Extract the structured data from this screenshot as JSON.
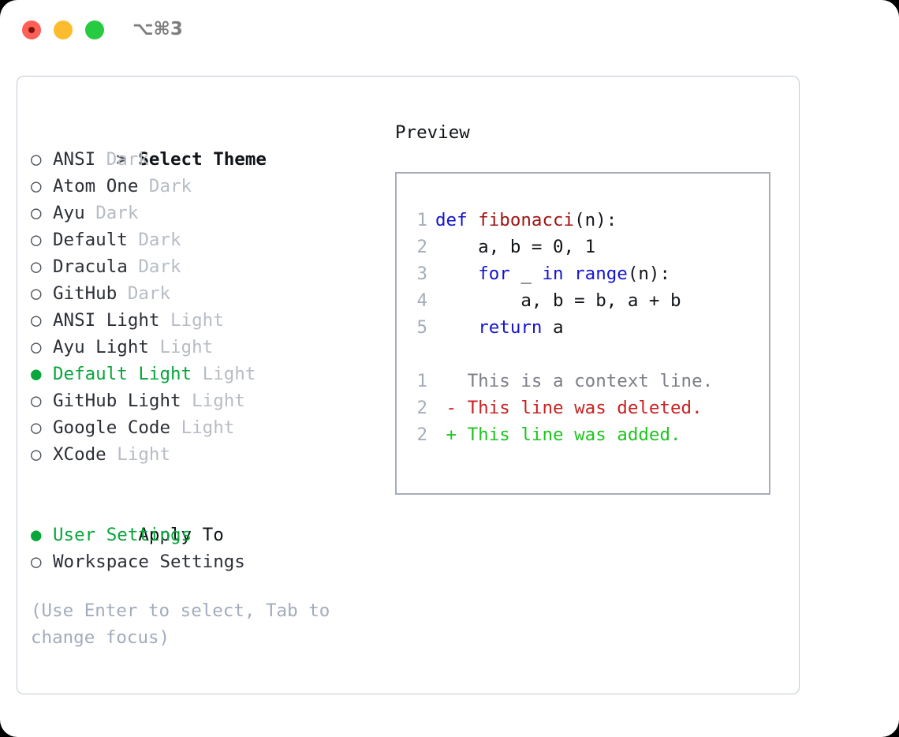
{
  "window": {
    "title": "⌥⌘3",
    "traffic_lights": [
      {
        "name": "close",
        "color": "#ff5f56"
      },
      {
        "name": "minimize",
        "color": "#fdbc2e"
      },
      {
        "name": "maximize",
        "color": "#26cb41"
      }
    ]
  },
  "theme_picker": {
    "header_marker": ">",
    "header_label": "Select Theme",
    "unselected_marker": "○",
    "selected_marker": "●",
    "accent_color": "#09a63c",
    "items": [
      {
        "marker": "○",
        "label": "ANSI",
        "suffix": "Dark",
        "selected": false
      },
      {
        "marker": "○",
        "label": "Atom One",
        "suffix": "Dark",
        "selected": false
      },
      {
        "marker": "○",
        "label": "Ayu",
        "suffix": "Dark",
        "selected": false
      },
      {
        "marker": "○",
        "label": "Default",
        "suffix": "Dark",
        "selected": false
      },
      {
        "marker": "○",
        "label": "Dracula",
        "suffix": "Dark",
        "selected": false
      },
      {
        "marker": "○",
        "label": "GitHub",
        "suffix": "Dark",
        "selected": false
      },
      {
        "marker": "○",
        "label": "ANSI Light",
        "suffix": "Light",
        "selected": false
      },
      {
        "marker": "○",
        "label": "Ayu Light",
        "suffix": "Light",
        "selected": false
      },
      {
        "marker": "●",
        "label": "Default Light",
        "suffix": "Light",
        "selected": true
      },
      {
        "marker": "○",
        "label": "GitHub Light",
        "suffix": "Light",
        "selected": false
      },
      {
        "marker": "○",
        "label": "Google Code",
        "suffix": "Light",
        "selected": false
      },
      {
        "marker": "○",
        "label": "XCode",
        "suffix": "Light",
        "selected": false
      }
    ]
  },
  "apply_to": {
    "title": "Apply To",
    "items": [
      {
        "marker": "●",
        "label": "User Settings",
        "selected": true
      },
      {
        "marker": "○",
        "label": "Workspace Settings",
        "selected": false
      }
    ]
  },
  "help": {
    "text": "(Use Enter to select, Tab to change focus)"
  },
  "preview": {
    "heading": "Preview",
    "border_color": "#a6adb8",
    "code": [
      {
        "ln": "1",
        "tokens": [
          {
            "t": "def ",
            "c": "kw"
          },
          {
            "t": "fibonacci",
            "c": "fn"
          },
          {
            "t": "(n):",
            "c": "plain"
          }
        ]
      },
      {
        "ln": "2",
        "tokens": [
          {
            "t": "    a, b = 0, 1",
            "c": "plain"
          }
        ]
      },
      {
        "ln": "3",
        "tokens": [
          {
            "t": "    ",
            "c": "plain"
          },
          {
            "t": "for",
            "c": "kw"
          },
          {
            "t": " _ ",
            "c": "plain"
          },
          {
            "t": "in",
            "c": "kw"
          },
          {
            "t": " ",
            "c": "plain"
          },
          {
            "t": "range",
            "c": "kw"
          },
          {
            "t": "(n):",
            "c": "plain"
          }
        ]
      },
      {
        "ln": "4",
        "tokens": [
          {
            "t": "        a, b = b, a + b",
            "c": "plain"
          }
        ]
      },
      {
        "ln": "5",
        "tokens": [
          {
            "t": "    ",
            "c": "plain"
          },
          {
            "t": "return",
            "c": "kw"
          },
          {
            "t": " a",
            "c": "plain"
          }
        ]
      }
    ],
    "diff": [
      {
        "ln": "1",
        "sign": " ",
        "text": " This is a context line.",
        "kind": "ctx"
      },
      {
        "ln": "2",
        "sign": "-",
        "text": " This line was deleted.",
        "kind": "del"
      },
      {
        "ln": "2",
        "sign": "+",
        "text": " This line was added.",
        "kind": "add"
      }
    ]
  }
}
